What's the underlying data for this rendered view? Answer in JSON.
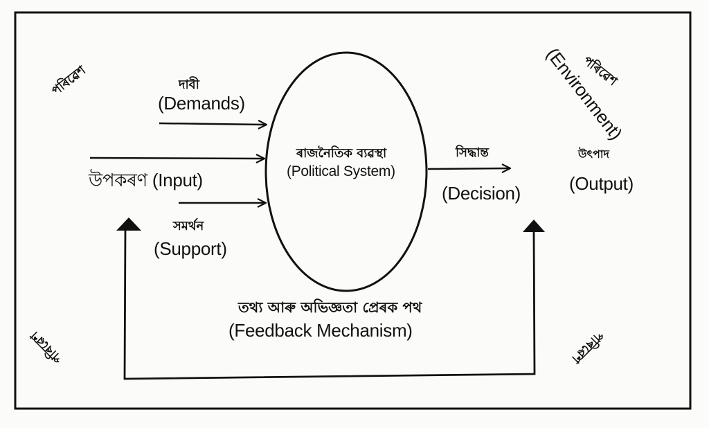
{
  "environment_label": "পৰিৱেশ",
  "environment_en": "(Environment)",
  "demands_bn": "দাবী",
  "demands_en": "(Demands)",
  "input_label": "উপকৰণ (Input)",
  "support_bn": "সমৰ্থন",
  "support_en": "(Support)",
  "system_bn": "ৰাজনৈতিক ব্যৱস্থা",
  "system_en": "(Political System)",
  "decision_bn": "সিদ্ধান্ত",
  "decision_en": "(Decision)",
  "output_bn": "উৎপাদ",
  "output_en": "(Output)",
  "feedback_bn": "তথ্য আৰু অভিজ্ঞতা প্ৰেৰক পথ",
  "feedback_en": "(Feedback Mechanism)"
}
